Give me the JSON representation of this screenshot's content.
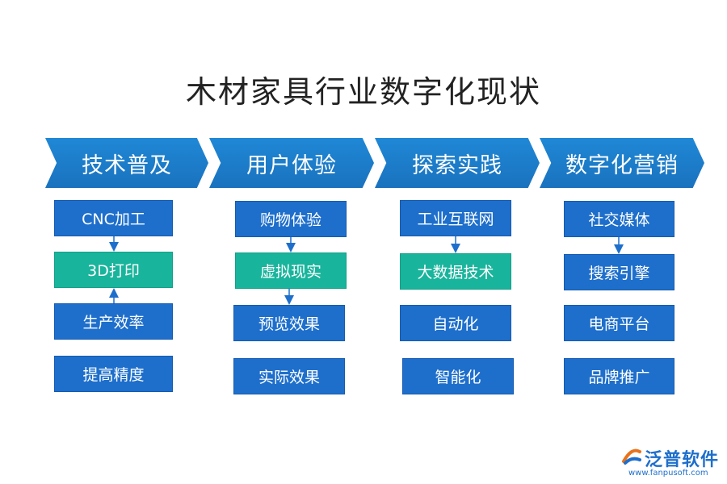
{
  "title": "木材家具行业数字化现状",
  "columns": [
    {
      "header": "技术普及",
      "items": [
        "CNC加工",
        "3D打印",
        "生产效率",
        "提高精度"
      ]
    },
    {
      "header": "用户体验",
      "items": [
        "购物体验",
        "虚拟现实",
        "预览效果",
        "实际效果"
      ]
    },
    {
      "header": "探索实践",
      "items": [
        "工业互联网",
        "大数据技术",
        "自动化",
        "智能化"
      ]
    },
    {
      "header": "数字化营销",
      "items": [
        "社交媒体",
        "搜索引擎",
        "电商平台",
        "品牌推广"
      ]
    }
  ],
  "logo": {
    "name": "泛普软件",
    "url": "www.fanpusoft.com"
  },
  "colors": {
    "chevron": "#1a7cc8",
    "box": "#1e6fcc",
    "highlight": "#19b49c"
  }
}
